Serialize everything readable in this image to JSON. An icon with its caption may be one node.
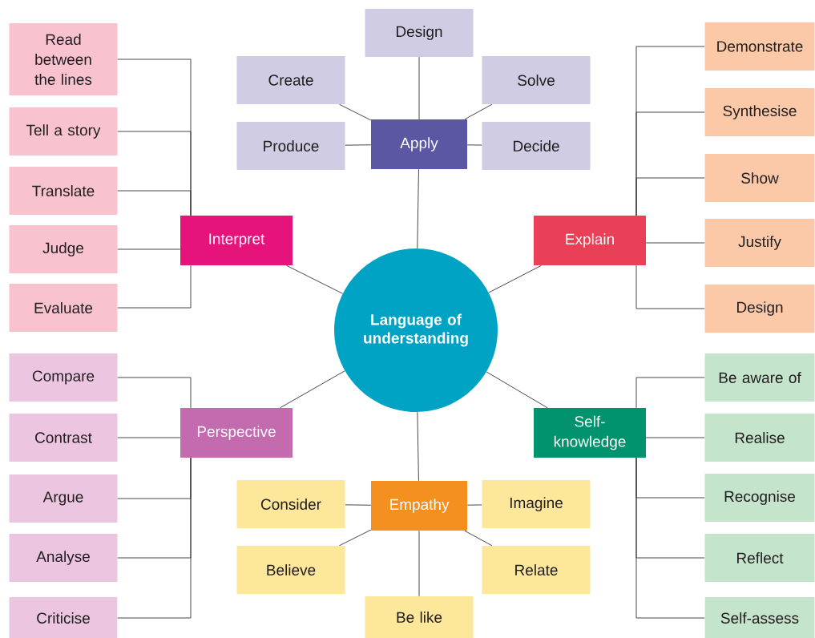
{
  "diagram": {
    "nodes": [
      {
        "text": [
          "Language of understanding"
        ]
      },
      {
        "text": [
          "Apply"
        ]
      },
      {
        "text": [
          "Design"
        ]
      },
      {
        "text": [
          "Create"
        ]
      },
      {
        "text": [
          "Solve"
        ]
      },
      {
        "text": [
          "Produce"
        ]
      },
      {
        "text": [
          "Decide"
        ]
      },
      {
        "text": [
          "Interpret"
        ]
      },
      {
        "text": [
          "Read between the lines"
        ]
      },
      {
        "text": [
          "Tell a story"
        ]
      },
      {
        "text": [
          "Translate"
        ]
      },
      {
        "text": [
          "Judge"
        ]
      },
      {
        "text": [
          "Evaluate"
        ]
      },
      {
        "text": [
          "Explain"
        ]
      },
      {
        "text": [
          "Demonstrate"
        ]
      },
      {
        "text": [
          "Synthesise"
        ]
      },
      {
        "text": [
          "Show"
        ]
      },
      {
        "text": [
          "Justify"
        ]
      },
      {
        "text": [
          "Design"
        ]
      },
      {
        "text": [
          "Perspective"
        ]
      },
      {
        "text": [
          "Compare"
        ]
      },
      {
        "text": [
          "Contrast"
        ]
      },
      {
        "text": [
          "Argue"
        ]
      },
      {
        "text": [
          "Analyse"
        ]
      },
      {
        "text": [
          "Criticise"
        ]
      },
      {
        "text": [
          "Self-knowledge"
        ]
      },
      {
        "text": [
          "Be aware of"
        ]
      },
      {
        "text": [
          "Realise"
        ]
      },
      {
        "text": [
          "Recognise"
        ]
      },
      {
        "text": [
          "Reflect"
        ]
      },
      {
        "text": [
          "Self-assess"
        ]
      },
      {
        "text": [
          "Empathy"
        ]
      },
      {
        "text": [
          "Consider"
        ]
      },
      {
        "text": [
          "Imagine"
        ]
      },
      {
        "text": [
          "Believe"
        ]
      },
      {
        "text": [
          "Relate"
        ]
      },
      {
        "text": [
          "Be like"
        ]
      }
    ],
    "edges": [
      {
        "from": 0,
        "to": 1,
        "arrow": "none"
      },
      {
        "from": 0,
        "to": 7,
        "arrow": "none"
      },
      {
        "from": 0,
        "to": 13,
        "arrow": "none"
      },
      {
        "from": 0,
        "to": 19,
        "arrow": "none"
      },
      {
        "from": 0,
        "to": 25,
        "arrow": "none"
      },
      {
        "from": 0,
        "to": 31,
        "arrow": "none"
      },
      {
        "from": 1,
        "to": 2,
        "arrow": "none"
      },
      {
        "from": 1,
        "to": 3,
        "arrow": "none"
      },
      {
        "from": 1,
        "to": 4,
        "arrow": "none"
      },
      {
        "from": 1,
        "to": 5,
        "arrow": "none"
      },
      {
        "from": 1,
        "to": 6,
        "arrow": "none"
      },
      {
        "from": 7,
        "to": 8,
        "arrow": "none"
      },
      {
        "from": 7,
        "to": 9,
        "arrow": "none"
      },
      {
        "from": 7,
        "to": 10,
        "arrow": "none"
      },
      {
        "from": 7,
        "to": 11,
        "arrow": "none"
      },
      {
        "from": 7,
        "to": 12,
        "arrow": "none"
      },
      {
        "from": 13,
        "to": 14,
        "arrow": "none"
      },
      {
        "from": 13,
        "to": 15,
        "arrow": "none"
      },
      {
        "from": 13,
        "to": 16,
        "arrow": "none"
      },
      {
        "from": 13,
        "to": 17,
        "arrow": "none"
      },
      {
        "from": 13,
        "to": 18,
        "arrow": "none"
      },
      {
        "from": 19,
        "to": 20,
        "arrow": "none"
      },
      {
        "from": 19,
        "to": 21,
        "arrow": "none"
      },
      {
        "from": 19,
        "to": 22,
        "arrow": "none"
      },
      {
        "from": 19,
        "to": 23,
        "arrow": "none"
      },
      {
        "from": 19,
        "to": 24,
        "arrow": "none"
      },
      {
        "from": 25,
        "to": 26,
        "arrow": "none"
      },
      {
        "from": 25,
        "to": 27,
        "arrow": "none"
      },
      {
        "from": 25,
        "to": 28,
        "arrow": "none"
      },
      {
        "from": 25,
        "to": 29,
        "arrow": "none"
      },
      {
        "from": 25,
        "to": 30,
        "arrow": "none"
      },
      {
        "from": 31,
        "to": 32,
        "arrow": "none"
      },
      {
        "from": 31,
        "to": 33,
        "arrow": "none"
      },
      {
        "from": 31,
        "to": 34,
        "arrow": "none"
      },
      {
        "from": 31,
        "to": 35,
        "arrow": "none"
      },
      {
        "from": 31,
        "to": 36,
        "arrow": "none"
      }
    ]
  }
}
